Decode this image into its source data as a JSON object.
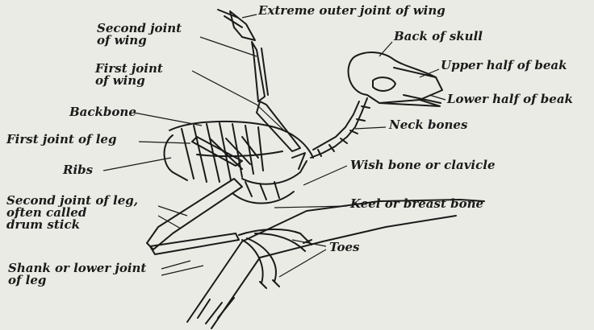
{
  "labels": {
    "extreme_outer_joint": "Extreme outer joint of wing",
    "second_joint_wing": "Second joint\nof wing",
    "back_of_skull": "Back of skull",
    "upper_beak": "Upper half of beak",
    "first_joint_wing": "First joint\nof wing",
    "lower_beak": "Lower half of beak",
    "backbone": "Backbone",
    "neck_bones": "Neck bones",
    "first_joint_leg": "First joint of leg",
    "ribs": "Ribs",
    "wish_bone": "Wish bone or clavicle",
    "second_joint_leg": "Second joint of leg,\noften called\ndrum stick",
    "keel": "Keel or breast bone",
    "toes": "Toes",
    "shank": "Shank or lower joint\nof leg"
  }
}
